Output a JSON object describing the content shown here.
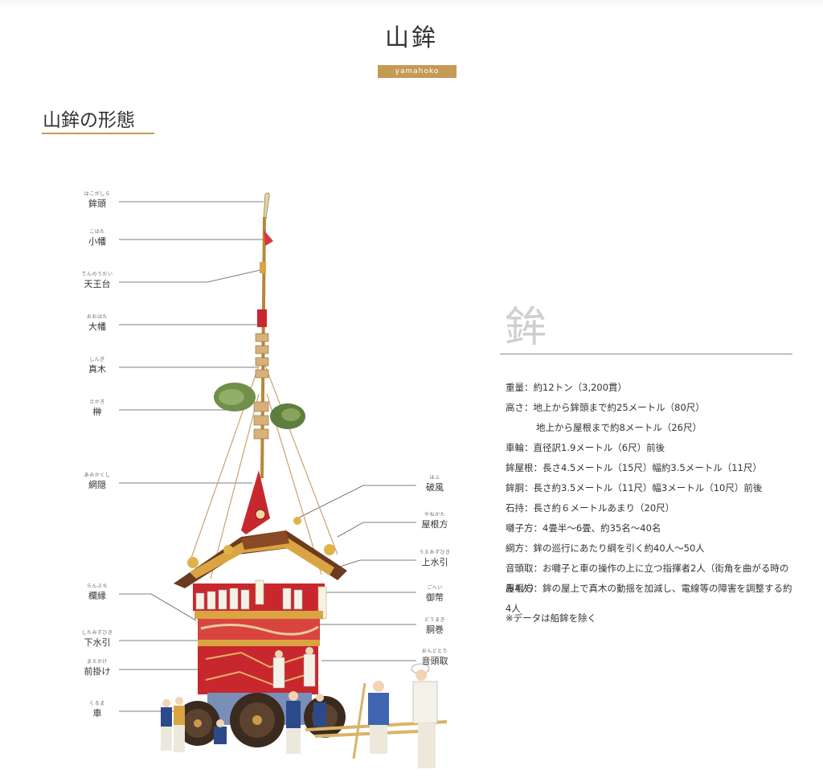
{
  "header": {
    "title": "山鉾",
    "badge": "yamahoko"
  },
  "section": {
    "title": "山鉾の形態"
  },
  "labels_left": [
    {
      "ruby": "はこがしら",
      "name": "鉾頭"
    },
    {
      "ruby": "こはた",
      "name": "小幡"
    },
    {
      "ruby": "てんのうだい",
      "name": "天王台"
    },
    {
      "ruby": "おおはた",
      "name": "大幡"
    },
    {
      "ruby": "しんぎ",
      "name": "真木"
    },
    {
      "ruby": "さかき",
      "name": "榊"
    },
    {
      "ruby": "あみかくし",
      "name": "網隠"
    },
    {
      "ruby": "らんぶち",
      "name": "欄縁"
    },
    {
      "ruby": "したみずひき",
      "name": "下水引"
    },
    {
      "ruby": "まえかけ",
      "name": "前掛け"
    },
    {
      "ruby": "くるま",
      "name": "車"
    }
  ],
  "labels_right": [
    {
      "ruby": "はふ",
      "name": "破風"
    },
    {
      "ruby": "やねかた",
      "name": "屋根方"
    },
    {
      "ruby": "うえみずひき",
      "name": "上水引"
    },
    {
      "ruby": "ごへい",
      "name": "御幣"
    },
    {
      "ruby": "どうまき",
      "name": "胴巻"
    },
    {
      "ruby": "おんどとり",
      "name": "音頭取"
    }
  ],
  "detail": {
    "kanji": "鉾",
    "specs": [
      "重量：約12トン（3,200貫）",
      "高さ：地上から鉾頭まで約25メートル（80尺）",
      "地上から屋根まで約8メートル（26尺）",
      "車輪：直径訳1.9メートル（6尺）前後",
      "鉾屋根：長さ4.5メートル（15尺）幅約3.5メートル（11尺）",
      "鉾胴：長さ約3.5メートル（11尺）幅3メートル（10尺）前後",
      "石持：長さ約６メートルあまり（20尺）",
      "囃子方：4畳半〜6畳、約35名〜40名",
      "綱方：鉾の巡行にあたり綱を引く約40人〜50人",
      "音頭取：お囃子と車の操作の上に立つ指揮者2人（街角を曲がる時のみ4人）",
      "屋根方：鉾の屋上で真木の動揺を加減し、電線等の障害を調整する約4人"
    ],
    "note": "※データは船鉾を除く"
  },
  "colors": {
    "accent": "#c49a55",
    "float_red": "#c8282d",
    "float_gold": "#d9a441",
    "roof_brown": "#6b3a1f",
    "wheel_dark": "#3b2a1e",
    "happi_blue": "#2c4a8a"
  }
}
